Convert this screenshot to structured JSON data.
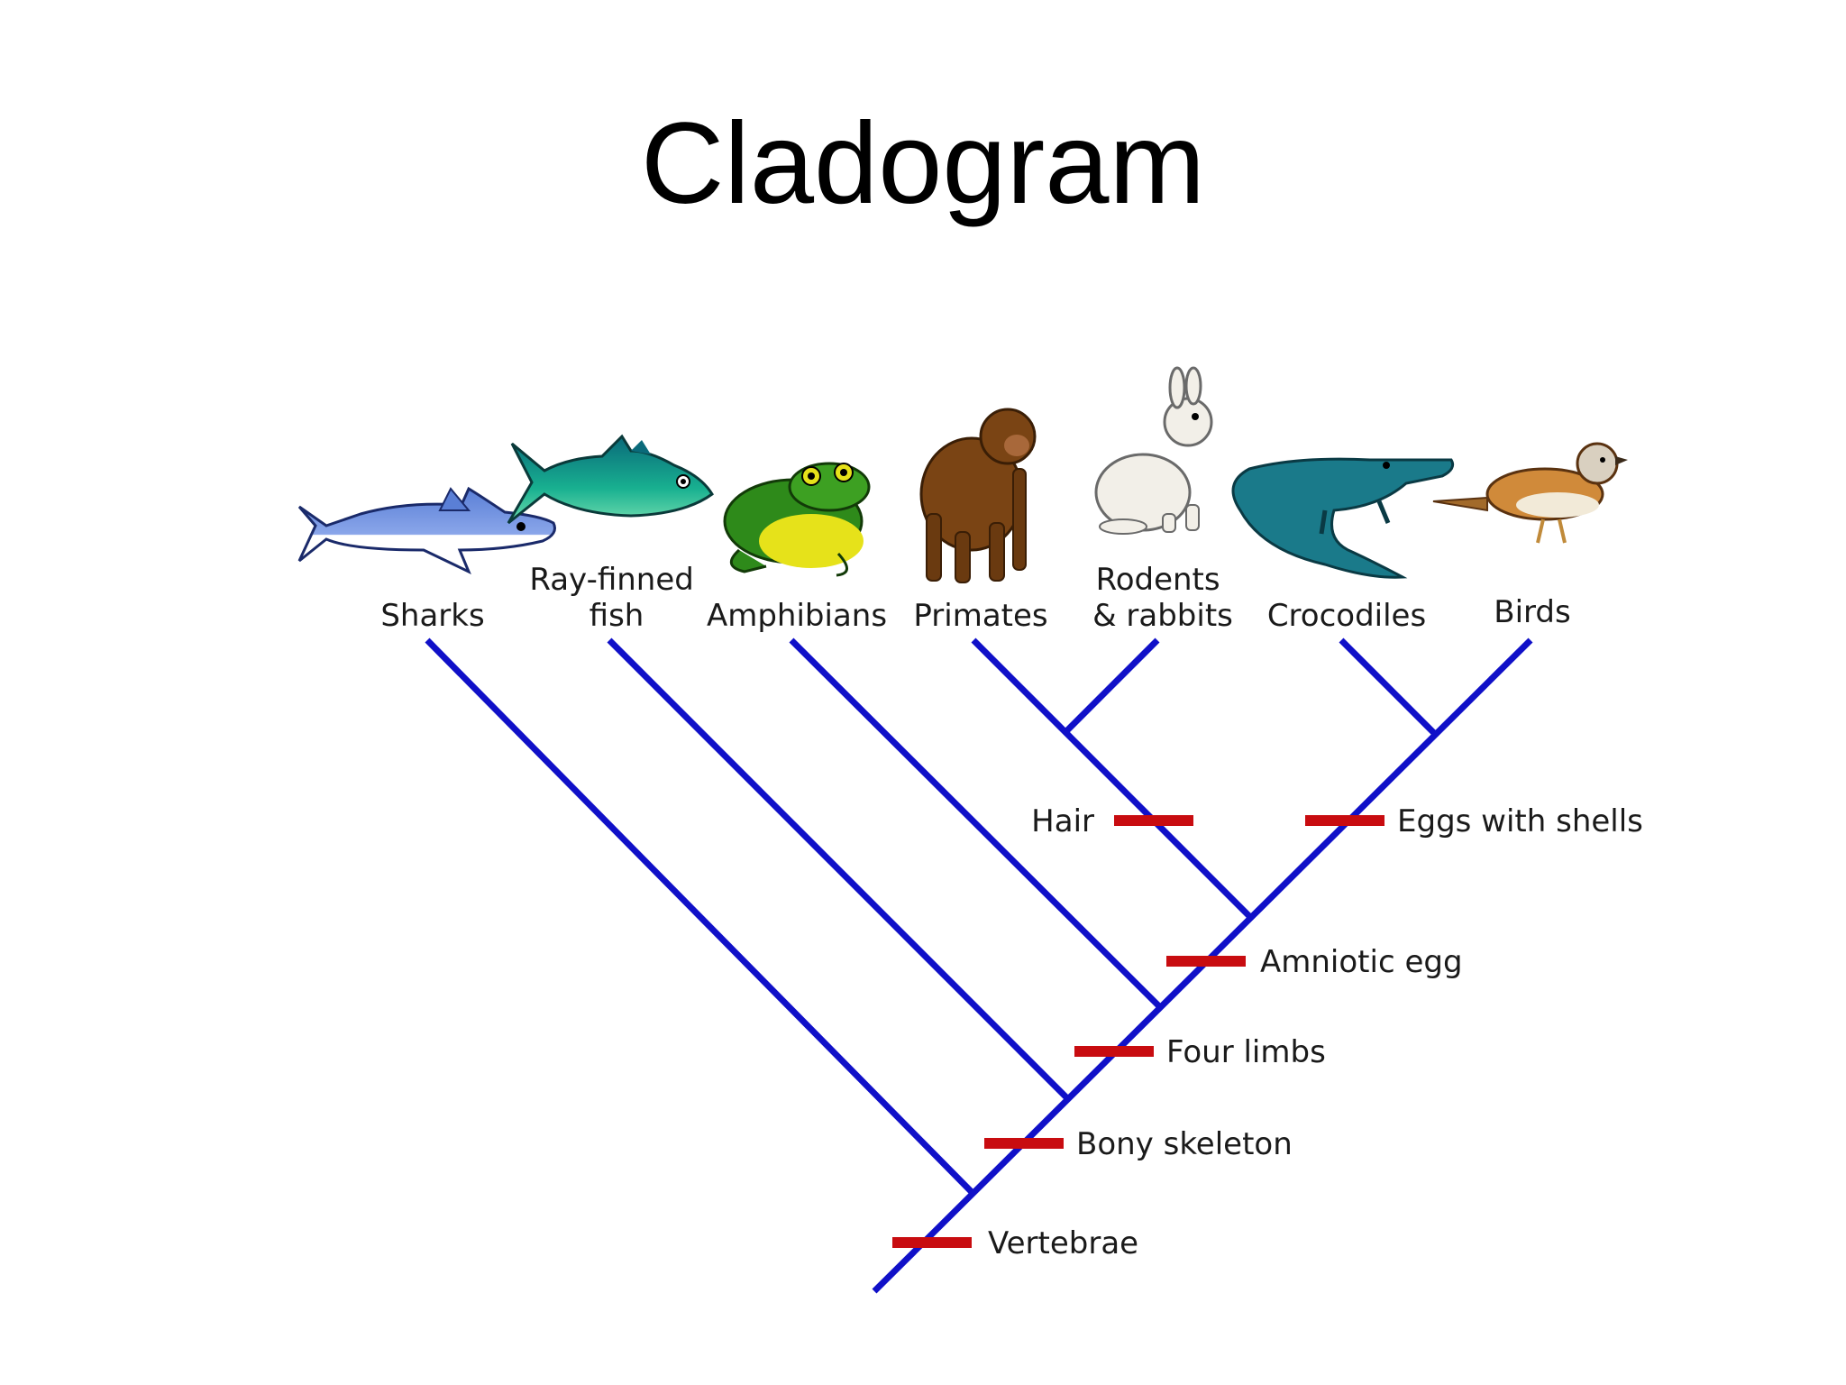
{
  "title": "Cladogram",
  "taxa": [
    {
      "id": "sharks",
      "lines": [
        "Sharks"
      ],
      "icon": "shark-icon"
    },
    {
      "id": "ray-finned-fish",
      "lines": [
        "Ray-finned",
        "fish"
      ],
      "icon": "fish-icon"
    },
    {
      "id": "amphibians",
      "lines": [
        "Amphibians"
      ],
      "icon": "frog-icon"
    },
    {
      "id": "primates",
      "lines": [
        "Primates"
      ],
      "icon": "ape-icon"
    },
    {
      "id": "rodents-rabbits",
      "lines": [
        "Rodents",
        "& rabbits"
      ],
      "icon": "rabbit-icon"
    },
    {
      "id": "crocodiles",
      "lines": [
        "Crocodiles"
      ],
      "icon": "crocodile-icon"
    },
    {
      "id": "birds",
      "lines": [
        "Birds"
      ],
      "icon": "bird-icon"
    }
  ],
  "traits": [
    "Vertebrae",
    "Bony skeleton",
    "Four limbs",
    "Amniotic egg",
    "Hair",
    "Eggs with shells"
  ],
  "colors": {
    "branch": "#1010c8",
    "trait_marker": "#c80c10"
  }
}
